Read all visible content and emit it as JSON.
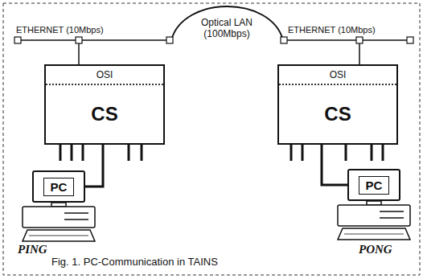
{
  "diagram": {
    "caption": "Fig. 1. PC-Communication in TAINS",
    "nodes": [
      {
        "text": [
          "OSI",
          "CS"
        ]
      },
      {
        "text": [
          "PC"
        ]
      },
      {
        "text": [
          "OSI",
          "CS"
        ]
      },
      {
        "text": [
          "PC"
        ]
      }
    ],
    "edges": [
      {
        "from": 1,
        "to": 0,
        "arrow": "none"
      },
      {
        "from": 3,
        "to": 2,
        "arrow": "none"
      }
    ],
    "labels": [
      "ETHERNET (10Mbps)",
      "Optical LAN (100Mbps)",
      "ETHERNET (10Mbps)",
      "PING",
      "PONG"
    ]
  }
}
